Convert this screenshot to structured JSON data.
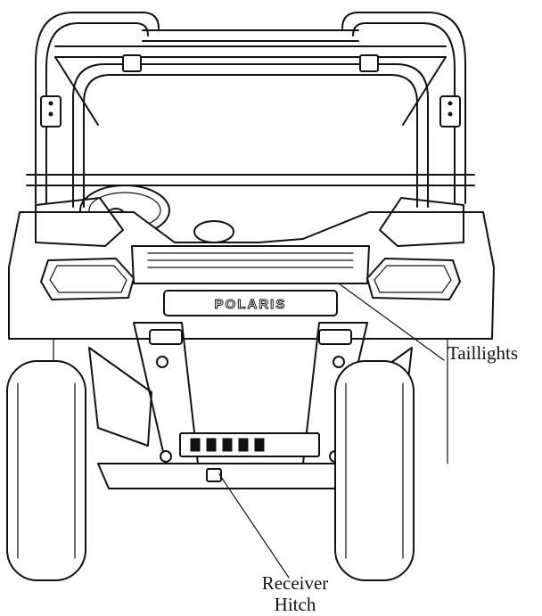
{
  "labels": {
    "taillights": "Taillights",
    "receiver_hitch_line1": "Receiver",
    "receiver_hitch_line2": "Hitch"
  },
  "vehicle": {
    "brand_badge": "POLARIS"
  }
}
